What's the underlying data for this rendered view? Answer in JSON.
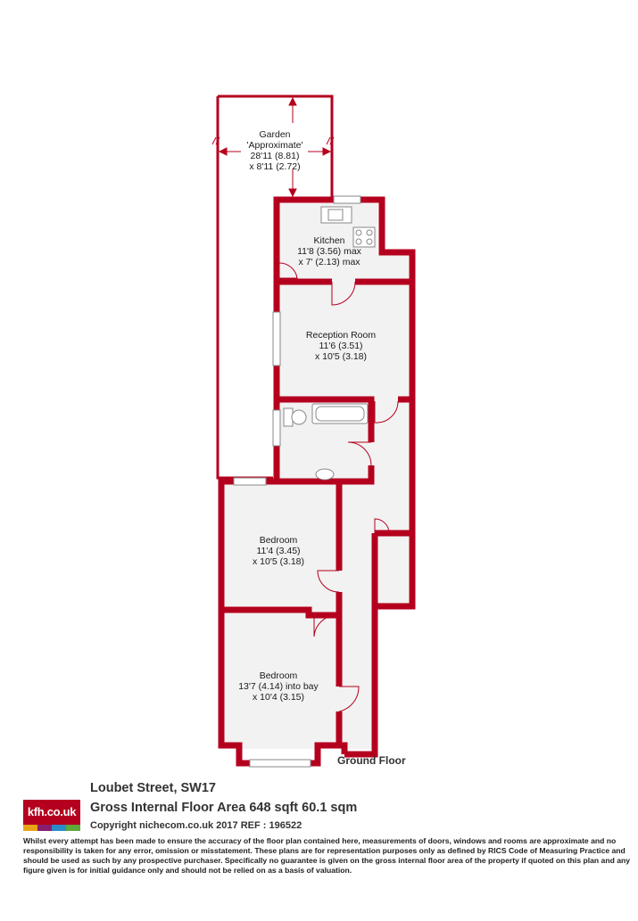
{
  "floor_plan": {
    "garden": {
      "name": "Garden",
      "note": "'Approximate'",
      "dim1": "28'11 (8.81)",
      "dim2": "x 8'11 (2.72)"
    },
    "kitchen": {
      "name": "Kitchen",
      "dim1": "11'8 (3.56) max",
      "dim2": "x 7' (2.13) max"
    },
    "reception": {
      "name": "Reception Room",
      "dim1": "11'6 (3.51)",
      "dim2": "x 10'5 (3.18)"
    },
    "bedroom1": {
      "name": "Bedroom",
      "dim1": "11'4 (3.45)",
      "dim2": "x 10'5 (3.18)"
    },
    "bedroom2": {
      "name": "Bedroom",
      "dim1": "13'7 (4.14) into bay",
      "dim2": "x 10'4 (3.15)"
    },
    "floor_label": "Ground Floor",
    "colors": {
      "wall": "#b4001e",
      "floor": "#f2f2f2"
    }
  },
  "footer": {
    "address": "Loubet Street,  SW17",
    "gross_area": "Gross Internal Floor Area 648 sqft 60.1 sqm",
    "copyright": "Copyright nichecom.co.uk 2017 REF : 196522",
    "logo_text": "kfh.co.uk",
    "logo_colors": [
      "#e8a317",
      "#8a1e6e",
      "#2a8bc9",
      "#5fa83a"
    ],
    "disclaimer": "Whilst every attempt has been made to ensure the accuracy of the floor plan contained here, measurements of doors, windows and rooms are approximate and no responsibility is taken for any error, omission or misstatement. These plans are for representation purposes only as defined by RICS Code of Measuring Practice and should be used as such by any prospective purchaser.  Specifically no guarantee is given on the gross internal floor area of the property if quoted on this plan and any figure given is for initial guidance only and should not be relied on as a basis of valuation."
  }
}
